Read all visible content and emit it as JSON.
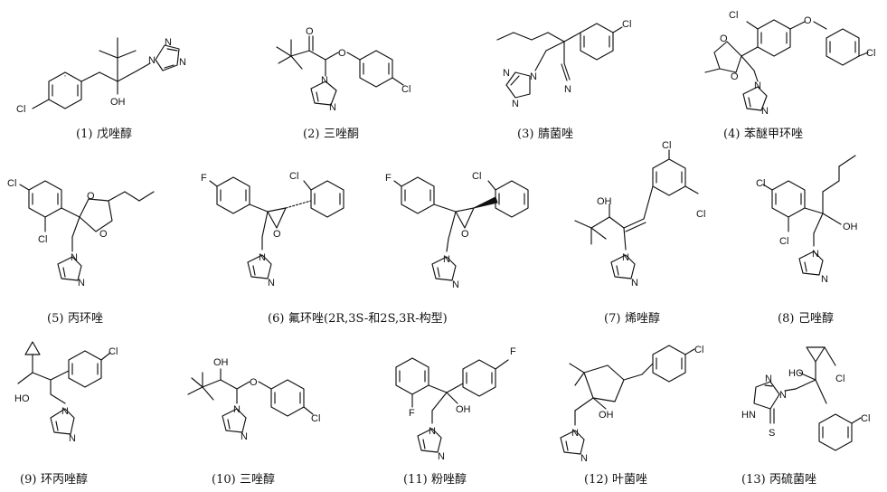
{
  "compounds": [
    {
      "num": "(1)",
      "name": "戊唑醇"
    },
    {
      "num": "(2)",
      "name": "三唑酮"
    },
    {
      "num": "(3)",
      "name": "腈菌唑"
    },
    {
      "num": "(4)",
      "name": "苯醚甲环唑"
    },
    {
      "num": "(5)",
      "name": "丙环唑"
    },
    {
      "num": "(6)",
      "name": "氟环唑(2R,3S-和2S,3R-构型)"
    },
    {
      "num": "(7)",
      "name": "烯唑醇"
    },
    {
      "num": "(8)",
      "name": "己唑醇"
    },
    {
      "num": "(9)",
      "name": "环丙唑醇"
    },
    {
      "num": "(10)",
      "name": "三唑醇"
    },
    {
      "num": "(11)",
      "name": "粉唑醇"
    },
    {
      "num": "(12)",
      "name": "叶菌唑"
    },
    {
      "num": "(13)",
      "name": "丙硫菌唑"
    }
  ],
  "atoms": {
    "cl": "Cl",
    "f": "F",
    "oh": "OH",
    "ho": "HO",
    "o": "O",
    "n": "N",
    "hn": "HN",
    "s": "S"
  }
}
